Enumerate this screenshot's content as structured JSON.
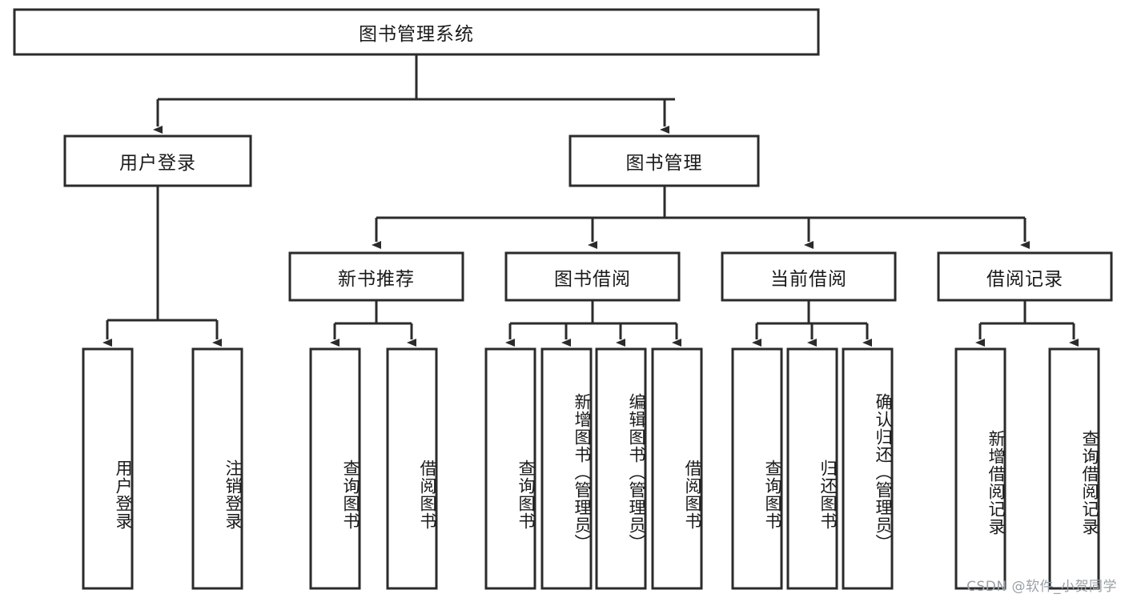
{
  "diagram": {
    "kind": "tree-hierarchy-chart",
    "title": "图书管理系统",
    "watermark": "CSDN @软件_小贺同学",
    "colors": {
      "stroke": "#2b2b2b",
      "fill": "#ffffff",
      "text": "#1a1a1a",
      "watermark": "#9aa0a6",
      "background": "#ffffff"
    },
    "levels": {
      "root": {
        "label": "图书管理系统"
      },
      "level2": [
        {
          "label": "用户登录"
        },
        {
          "label": "图书管理"
        }
      ],
      "level3": [
        {
          "label": "新书推荐"
        },
        {
          "label": "图书借阅"
        },
        {
          "label": "当前借阅"
        },
        {
          "label": "借阅记录"
        }
      ],
      "leaves": {
        "user_login": [
          {
            "label": "用户登录"
          },
          {
            "label": "注销登录"
          }
        ],
        "new_book_recommend": [
          {
            "label": "查询图书"
          },
          {
            "label": "借阅图书"
          }
        ],
        "book_borrow": [
          {
            "label": "查询图书"
          },
          {
            "label": "新增图书（管理员）"
          },
          {
            "label": "编辑图书（管理员）"
          },
          {
            "label": "借阅图书"
          }
        ],
        "current_borrow": [
          {
            "label": "查询图书"
          },
          {
            "label": "归还图书"
          },
          {
            "label": "确认归还（管理员）"
          }
        ],
        "borrow_records": [
          {
            "label": "新增借阅记录"
          },
          {
            "label": "查询借阅记录"
          }
        ]
      }
    },
    "edges": [
      {
        "from": "图书管理系统",
        "to": "用户登录"
      },
      {
        "from": "图书管理系统",
        "to": "图书管理"
      },
      {
        "from": "用户登录",
        "to": "用户登录"
      },
      {
        "from": "用户登录",
        "to": "注销登录"
      },
      {
        "from": "图书管理",
        "to": "新书推荐"
      },
      {
        "from": "图书管理",
        "to": "图书借阅"
      },
      {
        "from": "图书管理",
        "to": "当前借阅"
      },
      {
        "from": "图书管理",
        "to": "借阅记录"
      },
      {
        "from": "新书推荐",
        "to": "查询图书"
      },
      {
        "from": "新书推荐",
        "to": "借阅图书"
      },
      {
        "from": "图书借阅",
        "to": "查询图书"
      },
      {
        "from": "图书借阅",
        "to": "新增图书（管理员）"
      },
      {
        "from": "图书借阅",
        "to": "编辑图书（管理员）"
      },
      {
        "from": "图书借阅",
        "to": "借阅图书"
      },
      {
        "from": "当前借阅",
        "to": "查询图书"
      },
      {
        "from": "当前借阅",
        "to": "归还图书"
      },
      {
        "from": "当前借阅",
        "to": "确认归还（管理员）"
      },
      {
        "from": "借阅记录",
        "to": "新增借阅记录"
      },
      {
        "from": "借阅记录",
        "to": "查询借阅记录"
      }
    ]
  }
}
